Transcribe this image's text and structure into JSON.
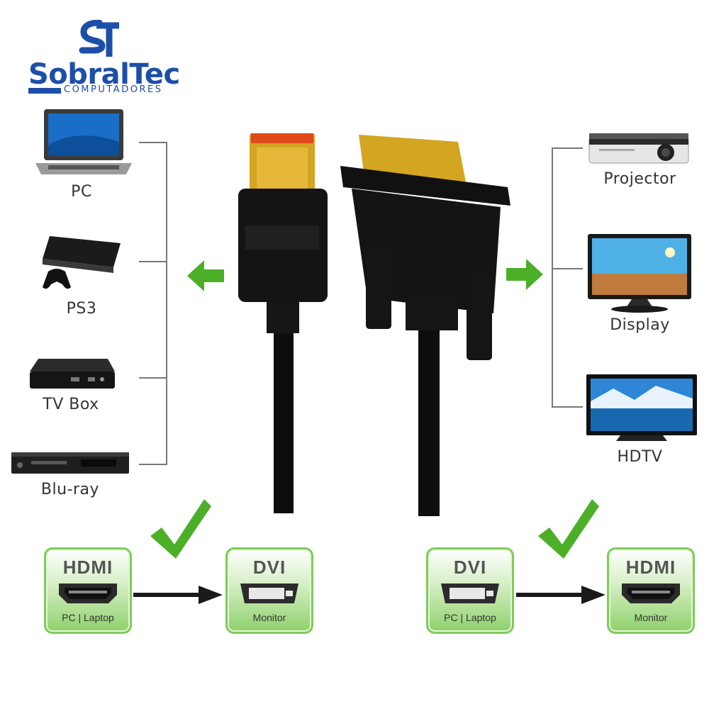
{
  "logo": {
    "name": "SobralTec",
    "tagline": "COMPUTADORES",
    "monogram": "ST"
  },
  "left_devices": [
    {
      "label": "PC",
      "icon": "laptop-icon"
    },
    {
      "label": "PS3",
      "icon": "game-console-icon"
    },
    {
      "label": "TV Box",
      "icon": "tv-box-icon"
    },
    {
      "label": "Blu-ray",
      "icon": "bluray-player-icon"
    }
  ],
  "right_devices": [
    {
      "label": "Projector",
      "icon": "projector-icon"
    },
    {
      "label": "Display",
      "icon": "monitor-icon"
    },
    {
      "label": "HDTV",
      "icon": "hdtv-icon"
    }
  ],
  "diagrams": [
    {
      "source": {
        "title": "HDMI",
        "sub": "PC | Laptop"
      },
      "target": {
        "title": "DVI",
        "sub": "Monitor"
      }
    },
    {
      "source": {
        "title": "DVI",
        "sub": "PC | Laptop"
      },
      "target": {
        "title": "HDMI",
        "sub": "Monitor"
      }
    }
  ],
  "colors": {
    "brand": "#1c4fa8",
    "accent_green": "#4caf28",
    "cable": "#111111",
    "gold": "#d4a520"
  }
}
